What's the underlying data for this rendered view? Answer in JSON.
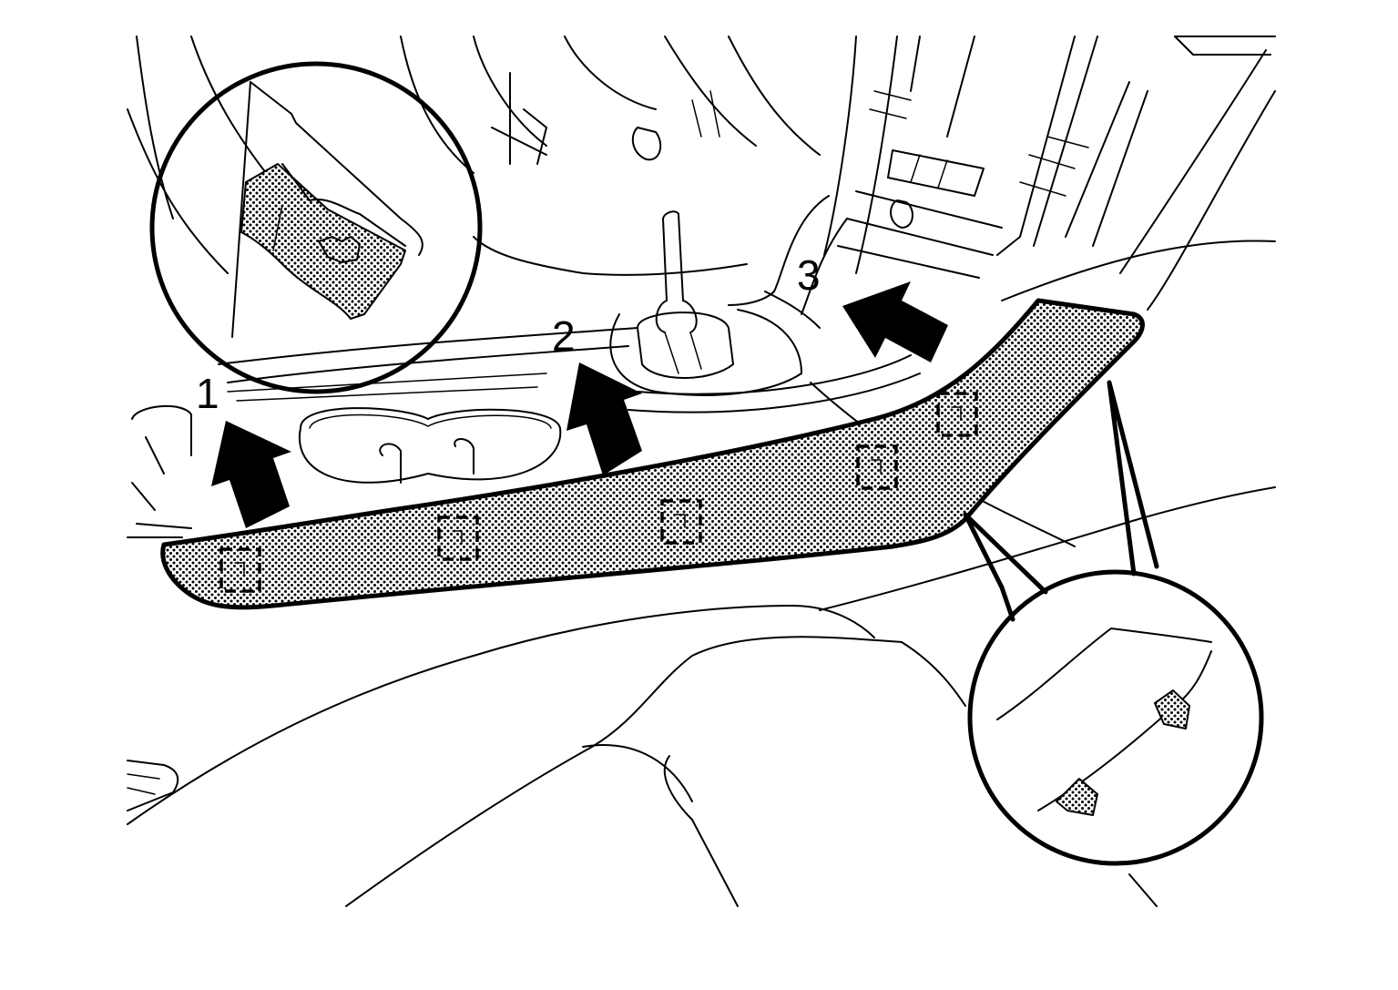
{
  "callouts": [
    {
      "id": "1",
      "label": "1"
    },
    {
      "id": "2",
      "label": "2"
    },
    {
      "id": "3",
      "label": "3"
    }
  ],
  "colors": {
    "line": "#000000",
    "background": "#ffffff",
    "highlight_dots": "#000000"
  },
  "icons": {
    "arrow": "removal-direction-arrow",
    "clip": "dashed-clip-marker",
    "detail_circle": "magnified-detail-view"
  }
}
